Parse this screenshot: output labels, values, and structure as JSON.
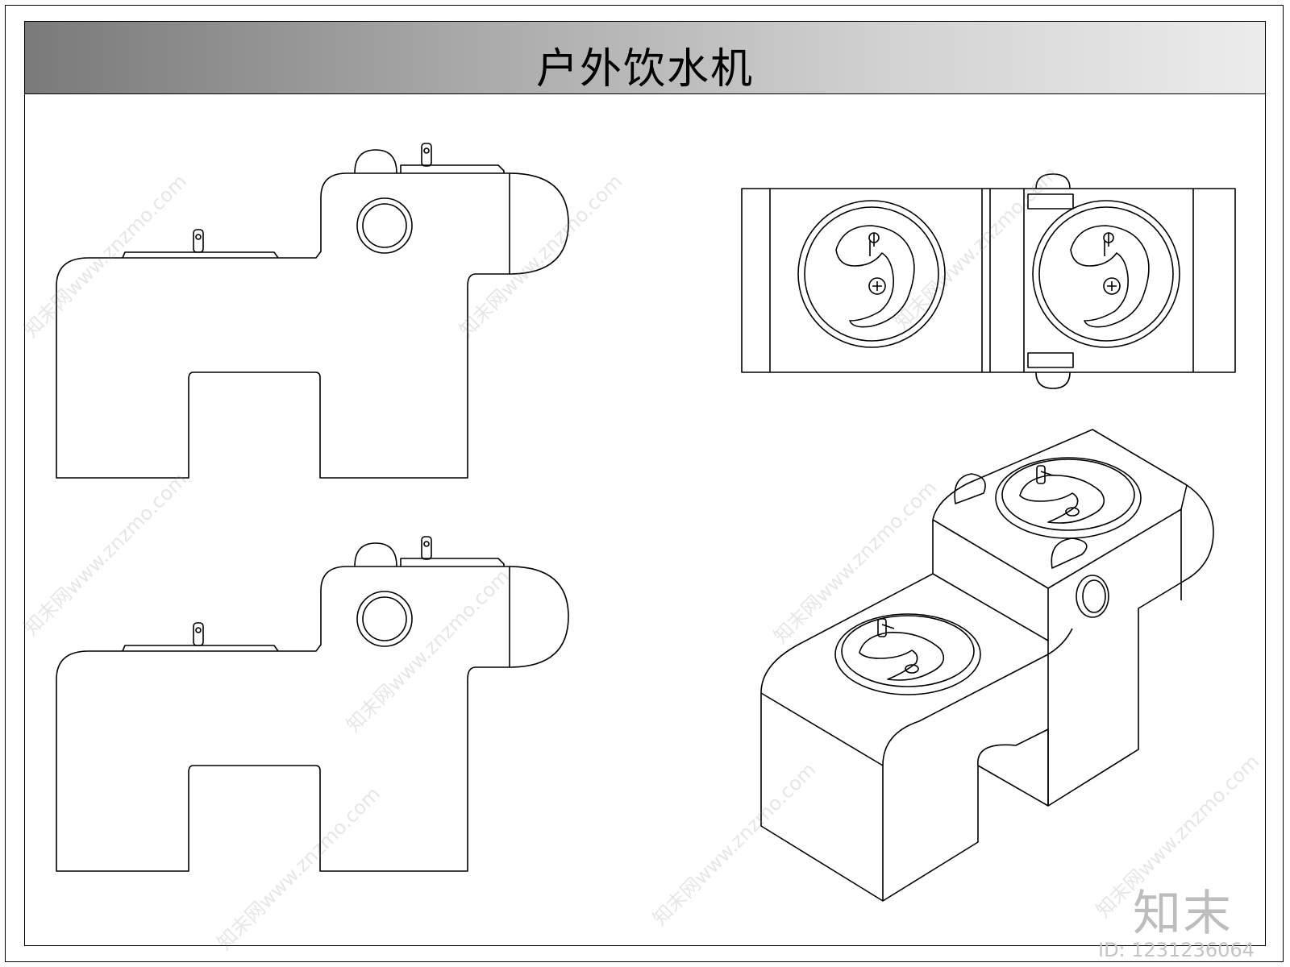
{
  "title": "户外饮水机",
  "watermark": {
    "tile_text": "知末网www.znzmo.com",
    "logo": "知末",
    "id_text": "ID: 1231236064"
  },
  "colors": {
    "line": "#000000",
    "title_gradient_start": "#7a7a7a",
    "title_gradient_end": "#ececec",
    "watermark": "#bdbdbd"
  },
  "views": [
    "side-elevation",
    "side-elevation",
    "top-plan",
    "isometric"
  ]
}
